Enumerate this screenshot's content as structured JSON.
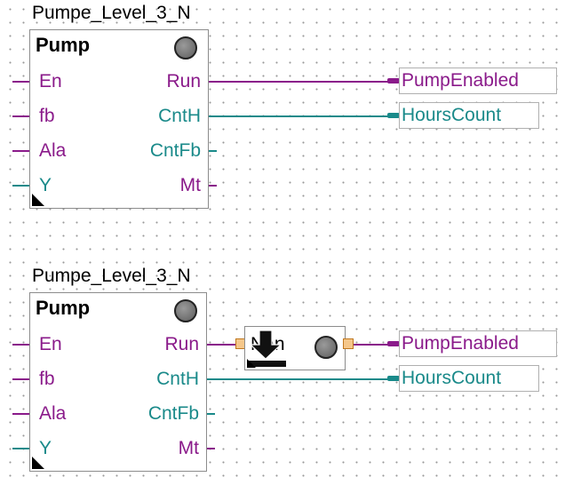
{
  "blocks": [
    {
      "instance_name": "Pumpe_Level_3_N",
      "type": "Pump",
      "inputs": [
        "En",
        "fb",
        "Ala",
        "Y"
      ],
      "outputs": [
        "Run",
        "CntH",
        "CntFb",
        "Mt"
      ],
      "connections": {
        "run": "PumpEnabled",
        "cnth": "HoursCount"
      }
    },
    {
      "instance_name": "Pumpe_Level_3_N",
      "type": "Pump",
      "inputs": [
        "En",
        "fb",
        "Ala",
        "Y"
      ],
      "outputs": [
        "Run",
        "CntH",
        "CntFb",
        "Mt"
      ],
      "connections": {
        "run": "PumpEnabled",
        "cnth": "HoursCount"
      }
    }
  ],
  "inserted_block": {
    "label": "Nan"
  },
  "colors": {
    "bool_signal": "#8a1a8a",
    "analog_signal": "#1a8a8a",
    "port": "#f5c78a"
  },
  "icons": [
    "status-led-icon",
    "download-arrow-icon",
    "corner-marker-icon"
  ]
}
